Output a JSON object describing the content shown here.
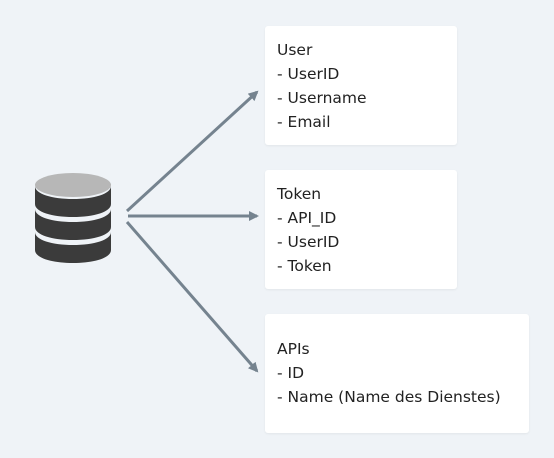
{
  "database": {
    "icon": "database-icon",
    "colors": {
      "body": "#3b3b3b",
      "top": "#b7b7b7",
      "band": "#cfcfcf"
    }
  },
  "connectors": {
    "color": "#75838f"
  },
  "entities": [
    {
      "title": "User",
      "fields": [
        "- UserID",
        "- Username",
        "- Email"
      ]
    },
    {
      "title": "Token",
      "fields": [
        "- API_ID",
        "- UserID",
        "- Token"
      ]
    },
    {
      "title": "APIs",
      "fields": [
        "- ID",
        "- Name (Name des Dienstes)"
      ]
    }
  ]
}
